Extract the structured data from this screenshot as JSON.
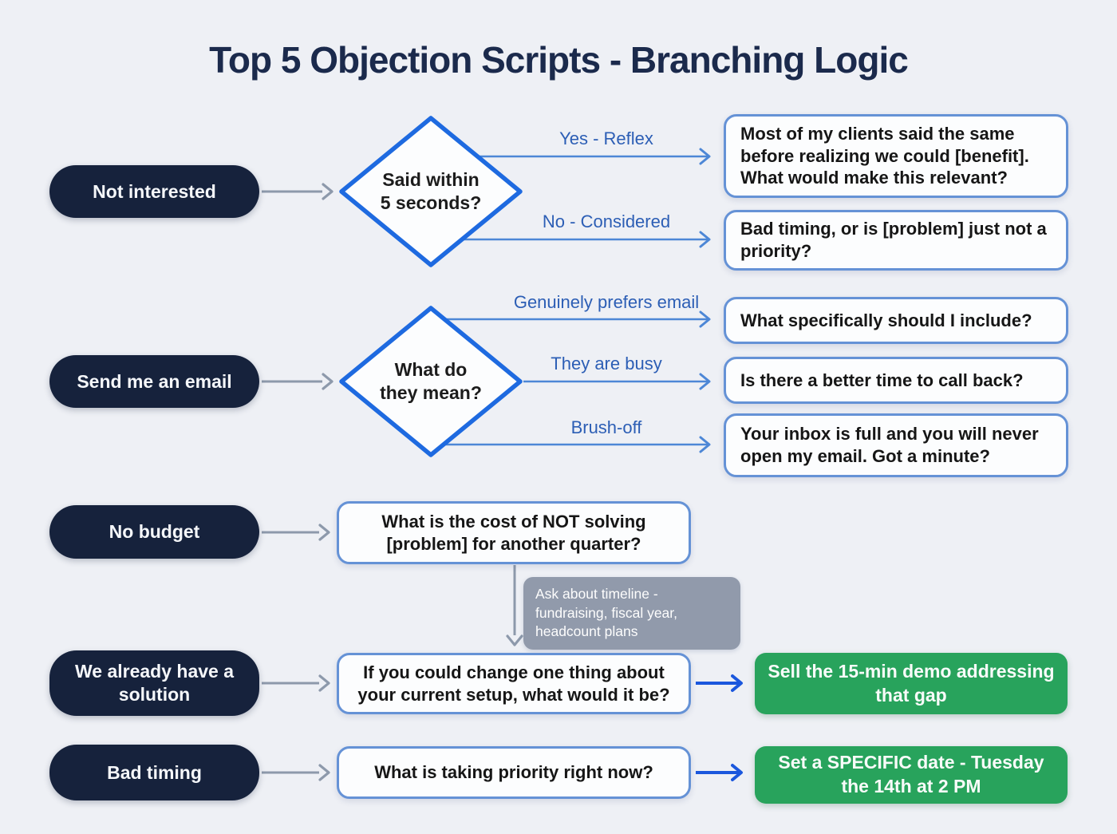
{
  "title": "Top 5 Objection Scripts - Branching Logic",
  "palette": {
    "background": "#eef0f5",
    "pill_navy": "#16223c",
    "diamond_blue": "#1e6ae0",
    "box_border_blue": "#6592d6",
    "branch_label_blue": "#2c5eb5",
    "connector_gray": "#8d99ab",
    "action_arrow_blue": "#1b57dd",
    "action_green": "#28a35c",
    "note_gray": "#8b95a7"
  },
  "flow": {
    "row1": {
      "objection": "Not interested",
      "decision": "Said within\n5 seconds?",
      "branches": [
        {
          "label": "Yes - Reflex",
          "script": "Most of my clients said the same before realizing we could [benefit]. What would make this relevant?"
        },
        {
          "label": "No - Considered",
          "script": "Bad timing, or is [problem] just not a priority?"
        }
      ]
    },
    "row2": {
      "objection": "Send me an email",
      "decision": "What do\nthey mean?",
      "branches": [
        {
          "label": "Genuinely prefers email",
          "script": "What specifically should I include?"
        },
        {
          "label": "They are busy",
          "script": "Is there a better time to call back?"
        },
        {
          "label": "Brush-off",
          "script": "Your inbox is full and you will never open my email. Got a minute?"
        }
      ]
    },
    "row3": {
      "objection": "No budget",
      "script": "What is the cost of NOT solving [problem] for another quarter?",
      "note": "Ask about timeline - fundraising, fiscal year, headcount plans"
    },
    "row4": {
      "objection": "We already have a solution",
      "script": "If you could change one thing about your current setup, what would it be?",
      "action": "Sell the 15-min demo addressing that gap"
    },
    "row5": {
      "objection": "Bad timing",
      "script": "What is taking priority right now?",
      "action": "Set a SPECIFIC date - Tuesday the 14th at 2 PM"
    }
  }
}
